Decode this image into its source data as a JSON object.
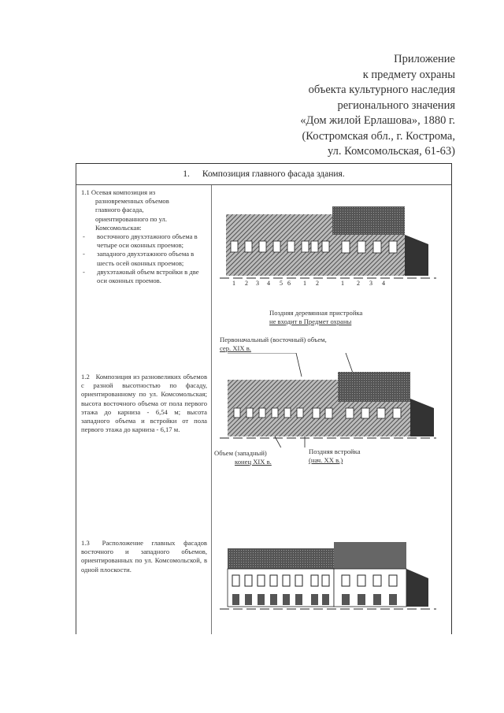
{
  "appendix": {
    "lines": [
      "Приложение",
      "к предмету охраны",
      "объекта культурного наследия",
      "регионального значения",
      "«Дом жилой Ерлашова», 1880 г.",
      "(Костромская обл., г. Кострома,",
      "ул. Комсомольская, 61-63)"
    ]
  },
  "table": {
    "header": {
      "number": "1.",
      "title": "Композиция главного фасада здания."
    },
    "rows": [
      {
        "id": "1.1",
        "intro": "Осевая композиция из",
        "intro_cont": [
          "разновременных объемов",
          "главного фасада,",
          "ориентированного по ул.",
          "Комсомольская:"
        ],
        "bullets": [
          "восточного двухэтажного объема в четыре оси оконных проемов;",
          "западного двухэтажного объема в шесть осей оконных проемов;",
          "двухэтажный объем встройки в две оси оконных проемов."
        ],
        "axis_labels": [
          "1",
          "2",
          "3",
          "4",
          "5",
          "6",
          "1",
          "2",
          "1",
          "2",
          "3",
          "4"
        ]
      },
      {
        "id": "1.2",
        "text": "Композиция из разновеликих объемов с разной высотностью по фасаду, ориентированному по ул. Комсомольская; высота восточного объема от пола первого этажа до карниза - 6,54 м; высота западного объема и встройки от пола первого этажа до карниза - 6,17 м.",
        "callouts": {
          "late_wooden_line1": "Поздняя деревянная пристройка",
          "late_wooden_line2": "не входит в Предмет охраны",
          "original_line1": "Первоначальный  (восточный) объем,",
          "original_line2": "сер. XIX в.",
          "western_line1": "Объем  (западный)",
          "western_line2": "конец XIX в.",
          "late_insert_line1": "Поздняя встройка",
          "late_insert_line2": "(нач. XX в.)"
        }
      },
      {
        "id": "1.3",
        "text": "Расположение главных фасадов восточного и западного объемов, ориентированных по ул. Комсомольской, в одной плоскости."
      }
    ]
  }
}
